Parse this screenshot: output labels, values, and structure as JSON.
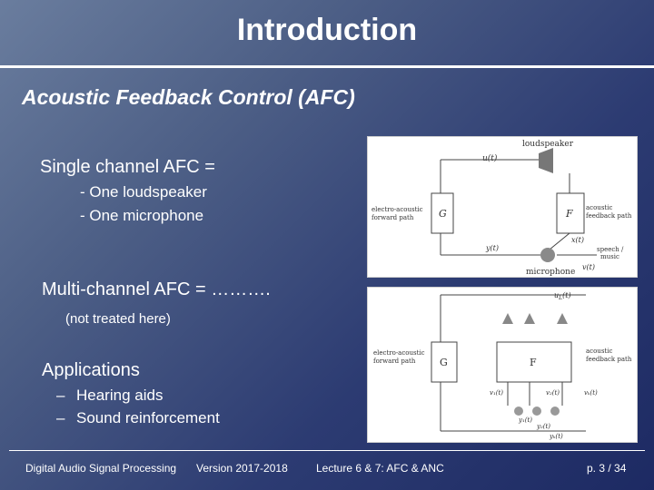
{
  "slide": {
    "title": "Introduction",
    "subtitle": "Acoustic Feedback Control (AFC)",
    "single": {
      "heading": "Single channel AFC =",
      "items": [
        "- One loudspeaker",
        "- One microphone"
      ]
    },
    "multi": {
      "heading": "Multi-channel AFC = ……….",
      "note": "(not treated here)"
    },
    "applications": {
      "heading": "Applications",
      "dash": "–",
      "items": [
        "Hearing aids",
        "Sound reinforcement"
      ]
    }
  },
  "figure1": {
    "loudspeaker": "loudspeaker",
    "u_t": "u(t)",
    "G": "G",
    "F": "F",
    "forward_path": [
      "electro-acoustic",
      "forward path"
    ],
    "feedback_path": [
      "acoustic",
      "feedback path"
    ],
    "x_t": "x(t)",
    "y_t": "y(t)",
    "speech": [
      "speech /",
      "music"
    ],
    "v_t": "v(t)",
    "microphone": "microphone"
  },
  "figure2": {
    "u_top": "u",
    "u_top_sub": "L",
    "u_top_arg": "(t)",
    "G": "G",
    "F": "F",
    "forward_path": [
      "electro-acoustic",
      "forward path"
    ],
    "feedback_path": [
      "acoustic",
      "feedback path"
    ],
    "v_labels": [
      "v₁(t)",
      "v₂(t)",
      "vₖ(t)"
    ],
    "y_labels": [
      "y₁(t)",
      "y₂(t)",
      "yₖ(t)"
    ]
  },
  "footer": {
    "course": "Digital Audio Signal Processing",
    "version": "Version 2017-2018",
    "lecture": "Lecture 6 & 7: AFC & ANC",
    "page": "p. 3 / 34"
  }
}
